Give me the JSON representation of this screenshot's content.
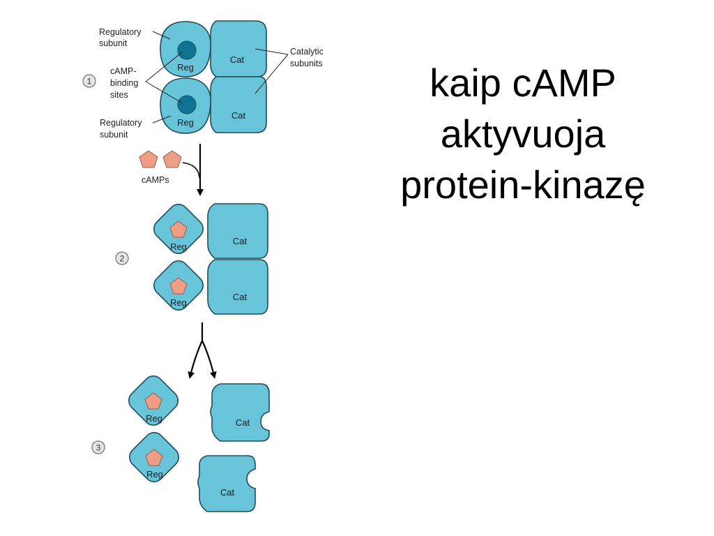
{
  "slide": {
    "title_lines": [
      "kaip cAMP",
      "aktyvuoja",
      "protein-kinazę"
    ]
  },
  "diagram": {
    "labels": {
      "regulatory_subunit_top_1": "Regulatory",
      "regulatory_subunit_top_2": "subunit",
      "camp_sites_1": "cAMP-",
      "camp_sites_2": "binding",
      "camp_sites_3": "sites",
      "regulatory_subunit_bottom_1": "Regulatory",
      "regulatory_subunit_bottom_2": "subunit",
      "catalytic_1": "Catalytic",
      "catalytic_2": "subunits",
      "camps": "cAMPs"
    },
    "subunit_text": {
      "reg": "Reg",
      "cat": "Cat"
    },
    "steps": [
      "1",
      "2",
      "3"
    ],
    "colors": {
      "subunit_fill": "#68c4d8",
      "binding_site": "#0f7391",
      "camp": "#ee9e84"
    }
  }
}
